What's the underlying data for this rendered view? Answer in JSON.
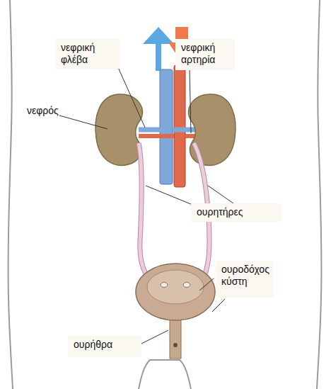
{
  "diagram": {
    "nodes": [
      {
        "text": [
          "νεφρική φλέβα"
        ]
      },
      {
        "text": [
          "νεφρική αρτηρία"
        ]
      },
      {
        "text": [
          "ουρητήρες"
        ]
      },
      {
        "text": [
          "ουροδόχος κύστη"
        ]
      },
      {
        "text": [
          "ουρήθρα"
        ]
      }
    ],
    "labels": [
      "νεφρός"
    ]
  }
}
